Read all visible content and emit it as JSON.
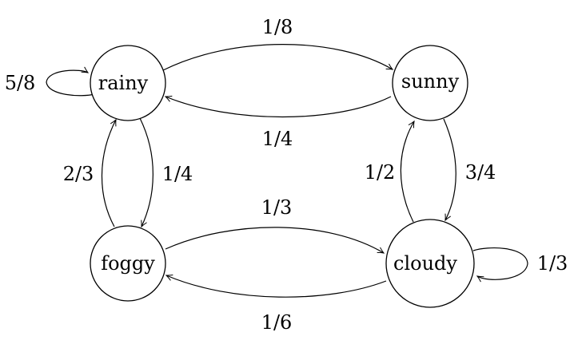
{
  "nodes": {
    "rainy": "rainy",
    "sunny": "sunny",
    "foggy": "foggy",
    "cloudy": "cloudy"
  },
  "edges": {
    "rainy_rainy": "5/8",
    "rainy_sunny": "1/8",
    "sunny_rainy": "1/4",
    "rainy_foggy": "1/4",
    "foggy_rainy": "2/3",
    "sunny_cloudy": "3/4",
    "cloudy_sunny": "1/2",
    "foggy_cloudy": "1/3",
    "cloudy_foggy": "1/6",
    "cloudy_cloudy": "1/3"
  },
  "colors": {
    "stroke": "#000000",
    "background": "#ffffff"
  }
}
